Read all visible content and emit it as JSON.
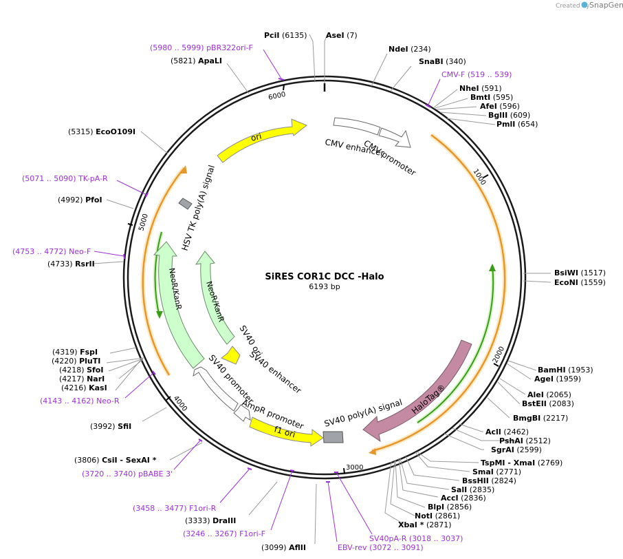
{
  "plasmid": {
    "name": "SiRES COR1C DCC -Halo",
    "length_label": "6193 bp",
    "length": 6193
  },
  "credit": {
    "prefix": "Created by",
    "brand": "SnapGene"
  },
  "ticks": [
    "1000",
    "2000",
    "3000",
    "4000",
    "5000",
    "6000"
  ],
  "colors": {
    "primer": "#9b30d9",
    "orange": "#e8952a",
    "green": "#3a9a1a",
    "yellow": "#ffff00",
    "pale_green": "#ccffcc",
    "mauve": "#c58aa3",
    "grey": "#a0a4a8"
  },
  "sites": [
    {
      "pos": "(6135)",
      "name": "PciI",
      "kind": "enzyme"
    },
    {
      "pos": "(7)",
      "name": "AseI",
      "kind": "enzyme"
    },
    {
      "pos": "(234)",
      "name": "NdeI",
      "kind": "enzyme"
    },
    {
      "pos": "(340)",
      "name": "SnaBI",
      "kind": "enzyme"
    },
    {
      "pos": "(519 .. 539)",
      "name": "CMV-F",
      "kind": "primer"
    },
    {
      "pos": "(591)",
      "name": "NheI",
      "kind": "enzyme"
    },
    {
      "pos": "(595)",
      "name": "BmtI",
      "kind": "enzyme"
    },
    {
      "pos": "(596)",
      "name": "AfeI",
      "kind": "enzyme"
    },
    {
      "pos": "(609)",
      "name": "BglII",
      "kind": "enzyme"
    },
    {
      "pos": "(654)",
      "name": "PmlI",
      "kind": "enzyme"
    },
    {
      "pos": "(1517)",
      "name": "BsiWI",
      "kind": "enzyme"
    },
    {
      "pos": "(1559)",
      "name": "EcoNI",
      "kind": "enzyme"
    },
    {
      "pos": "(1953)",
      "name": "BamHI",
      "kind": "enzyme"
    },
    {
      "pos": "(1959)",
      "name": "AgeI",
      "kind": "enzyme"
    },
    {
      "pos": "(2065)",
      "name": "AleI",
      "kind": "enzyme"
    },
    {
      "pos": "(2083)",
      "name": "BstEII",
      "kind": "enzyme"
    },
    {
      "pos": "(2217)",
      "name": "BmgBI",
      "kind": "enzyme"
    },
    {
      "pos": "(2462)",
      "name": "AclI",
      "kind": "enzyme"
    },
    {
      "pos": "(2512)",
      "name": "PshAI",
      "kind": "enzyme"
    },
    {
      "pos": "(2599)",
      "name": "SgrAI",
      "kind": "enzyme"
    },
    {
      "pos": "(2769)",
      "name": "TspMI - XmaI",
      "kind": "enzyme"
    },
    {
      "pos": "(2771)",
      "name": "SmaI",
      "kind": "enzyme"
    },
    {
      "pos": "(2824)",
      "name": "BssHII",
      "kind": "enzyme"
    },
    {
      "pos": "(2835)",
      "name": "SalI",
      "kind": "enzyme"
    },
    {
      "pos": "(2836)",
      "name": "AccI",
      "kind": "enzyme"
    },
    {
      "pos": "(2856)",
      "name": "BlpI",
      "kind": "enzyme"
    },
    {
      "pos": "(2861)",
      "name": "NotI",
      "kind": "enzyme"
    },
    {
      "pos": "(2871)",
      "name": "XbaI *",
      "kind": "enzyme"
    },
    {
      "pos": "(3018 .. 3037)",
      "name": "SV40pA-R",
      "kind": "primer"
    },
    {
      "pos": "(3072 .. 3091)",
      "name": "EBV-rev",
      "kind": "primer"
    },
    {
      "pos": "(3099)",
      "name": "AflII",
      "kind": "enzyme"
    },
    {
      "pos": "(3246 .. 3267)",
      "name": "F1ori-F",
      "kind": "primer"
    },
    {
      "pos": "(3333)",
      "name": "DraIII",
      "kind": "enzyme"
    },
    {
      "pos": "(3458 .. 3477)",
      "name": "F1ori-R",
      "kind": "primer"
    },
    {
      "pos": "(3720 .. 3740)",
      "name": "pBABE 3'",
      "kind": "primer"
    },
    {
      "pos": "(3806)",
      "name": "CsiI - SexAI *",
      "kind": "enzyme"
    },
    {
      "pos": "(3992)",
      "name": "SfiI",
      "kind": "enzyme"
    },
    {
      "pos": "(4143 .. 4162)",
      "name": "Neo-R",
      "kind": "primer"
    },
    {
      "pos": "(4216)",
      "name": "KasI",
      "kind": "enzyme"
    },
    {
      "pos": "(4217)",
      "name": "NarI",
      "kind": "enzyme"
    },
    {
      "pos": "(4218)",
      "name": "SfoI",
      "kind": "enzyme"
    },
    {
      "pos": "(4220)",
      "name": "PluTI",
      "kind": "enzyme"
    },
    {
      "pos": "(4319)",
      "name": "FspI",
      "kind": "enzyme"
    },
    {
      "pos": "(4733)",
      "name": "RsrII",
      "kind": "enzyme"
    },
    {
      "pos": "(4753 .. 4772)",
      "name": "Neo-F",
      "kind": "primer"
    },
    {
      "pos": "(4992)",
      "name": "PfoI",
      "kind": "enzyme"
    },
    {
      "pos": "(5071 .. 5090)",
      "name": "TK-pA-R",
      "kind": "primer"
    },
    {
      "pos": "(5315)",
      "name": "EcoO109I",
      "kind": "enzyme"
    },
    {
      "pos": "(5821)",
      "name": "ApaLI",
      "kind": "enzyme"
    },
    {
      "pos": "(5980 .. 5999)",
      "name": "pBR322ori-F",
      "kind": "primer"
    }
  ],
  "features": [
    {
      "name": "CMV enhancer"
    },
    {
      "name": "CMV promoter"
    },
    {
      "name": "HaloTag®"
    },
    {
      "name": "SV40 poly(A) signal"
    },
    {
      "name": "f1 ori"
    },
    {
      "name": "AmpR promoter"
    },
    {
      "name": "SV40 promoter"
    },
    {
      "name": "SV40 ori"
    },
    {
      "name": "SV40 enhancer"
    },
    {
      "name": "NeoR/KanR"
    },
    {
      "name": "NeoR/KanR"
    },
    {
      "name": "HSV TK poly(A) signal"
    },
    {
      "name": "ori"
    }
  ]
}
